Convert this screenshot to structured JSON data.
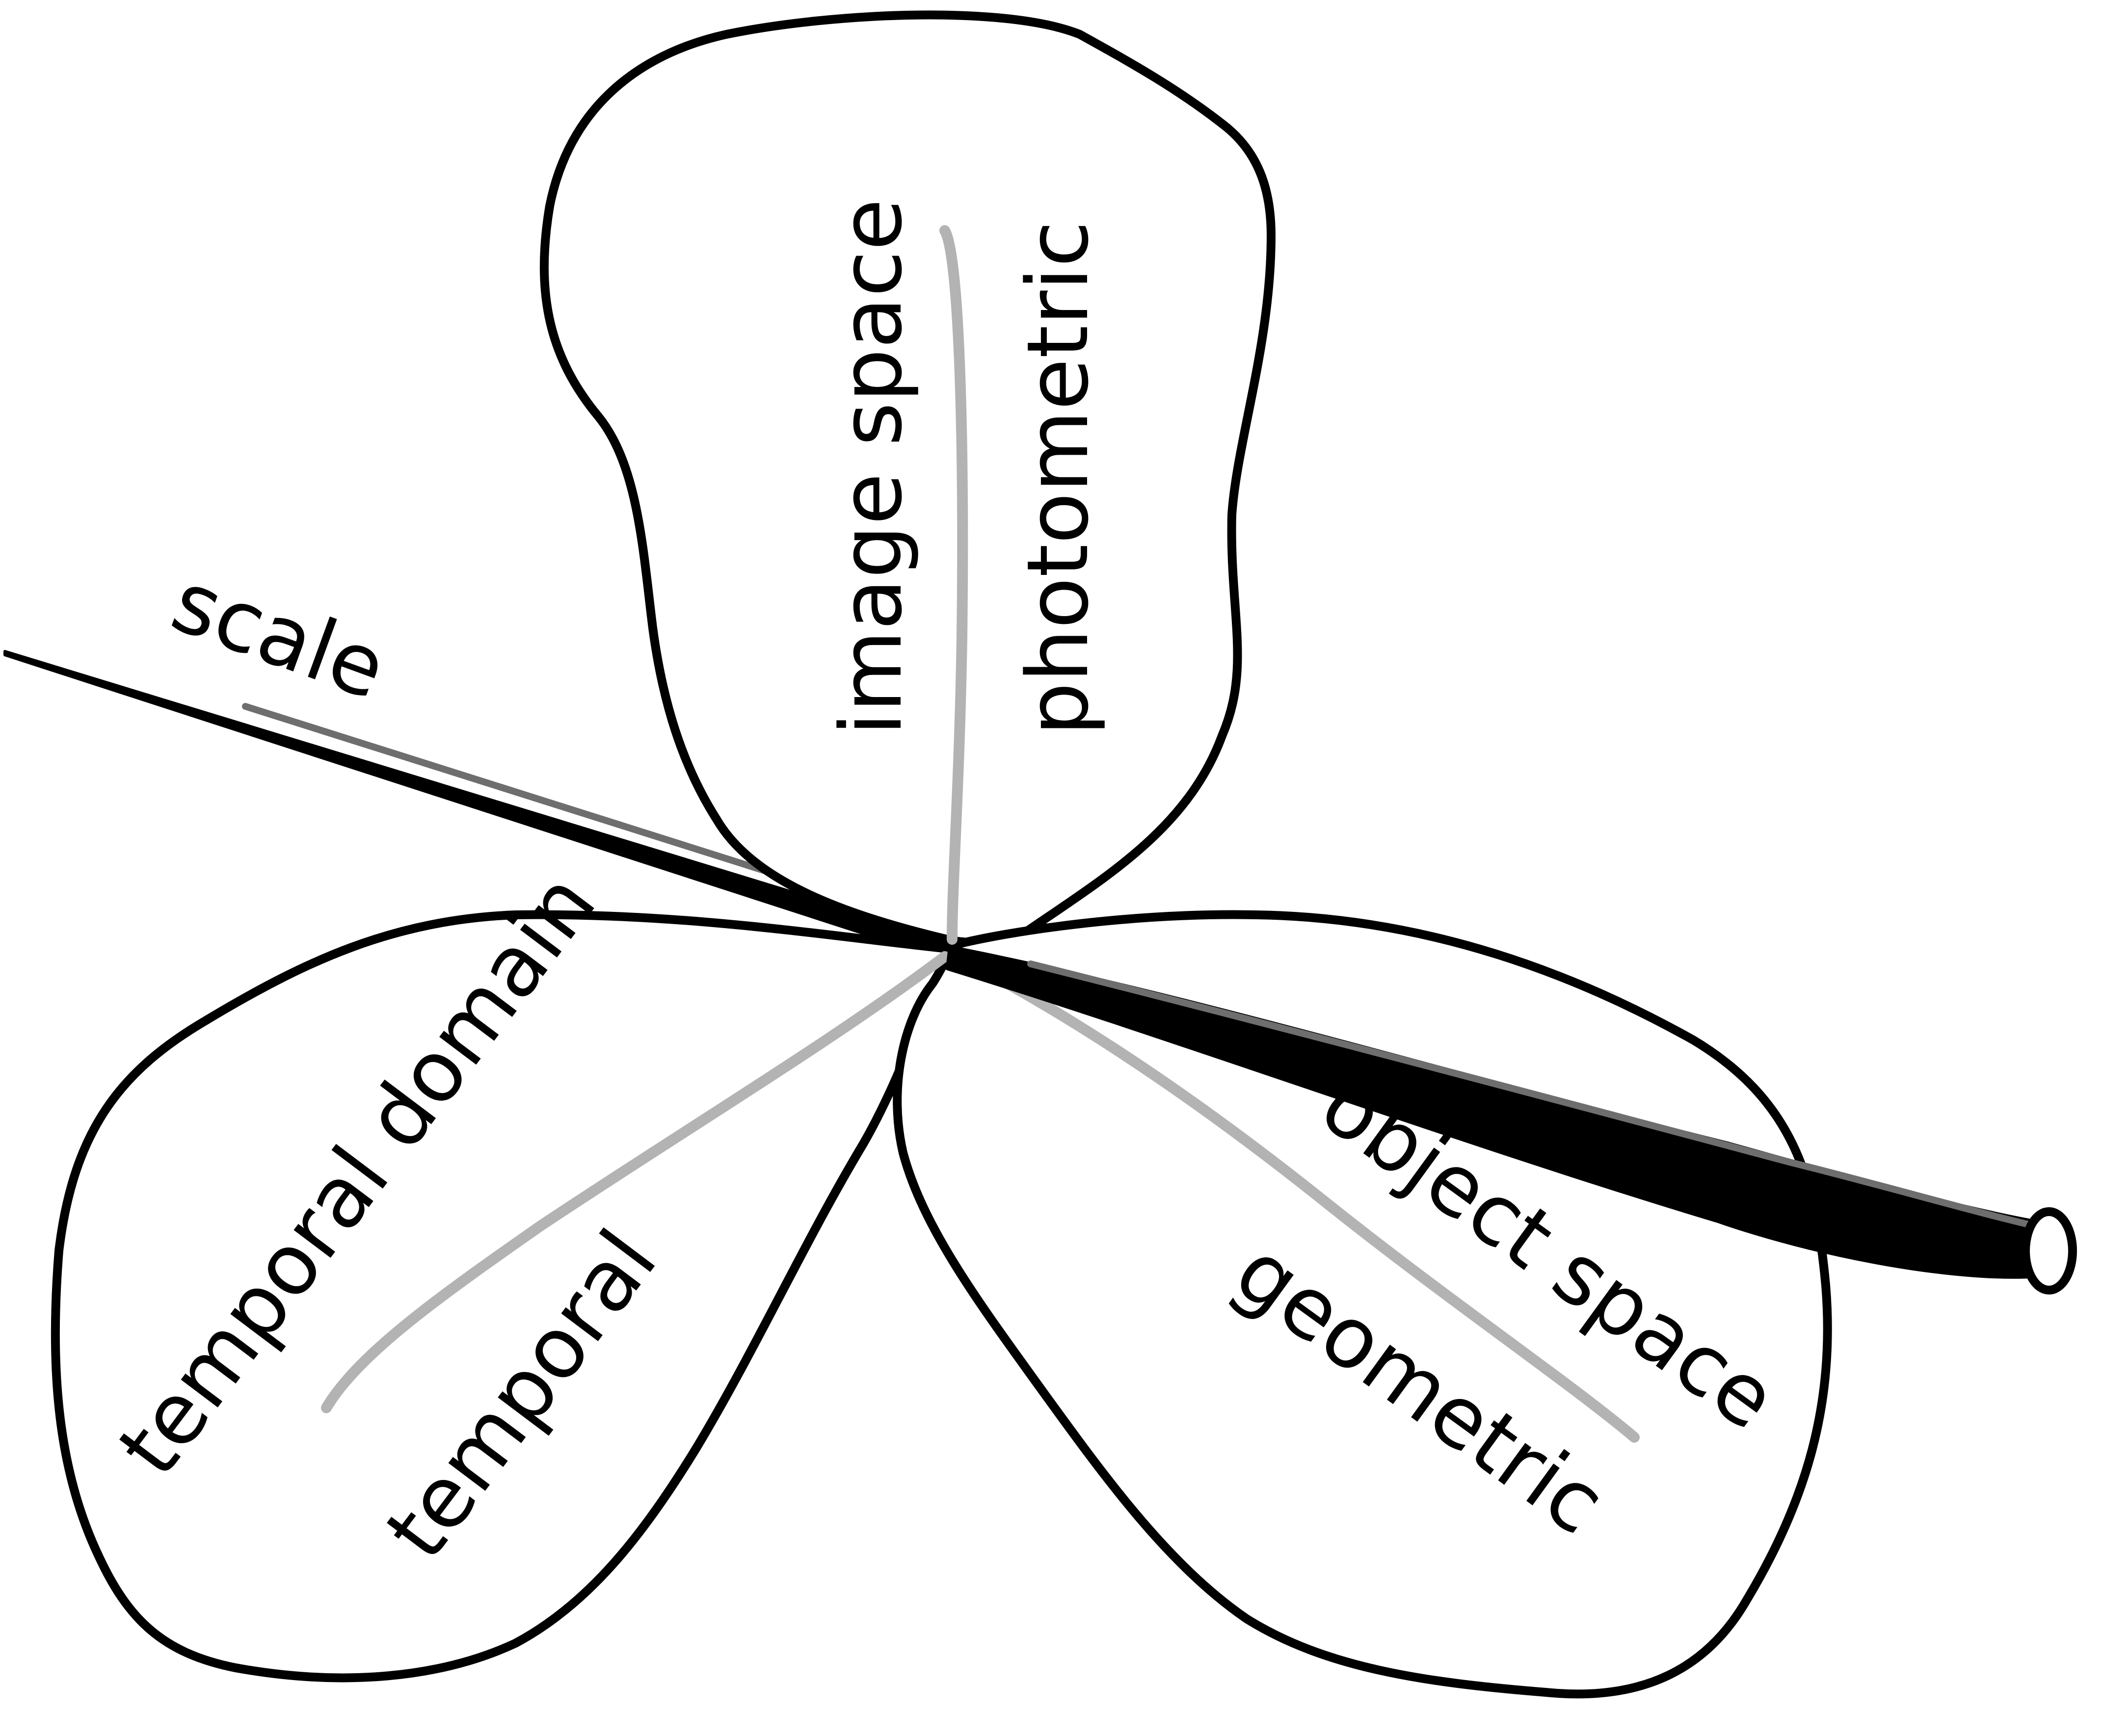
{
  "labels": {
    "scale": "scale",
    "image_space": "image space",
    "photometric": "photometric",
    "temporal_domain": "temporal domain",
    "temporal": "temporal",
    "object_space": "object space",
    "geometric": "geometric"
  },
  "colors": {
    "outline": "#000000",
    "vein": "#b3b3b3",
    "axis_highlight": "#6e6e6e",
    "background": "#ffffff"
  }
}
